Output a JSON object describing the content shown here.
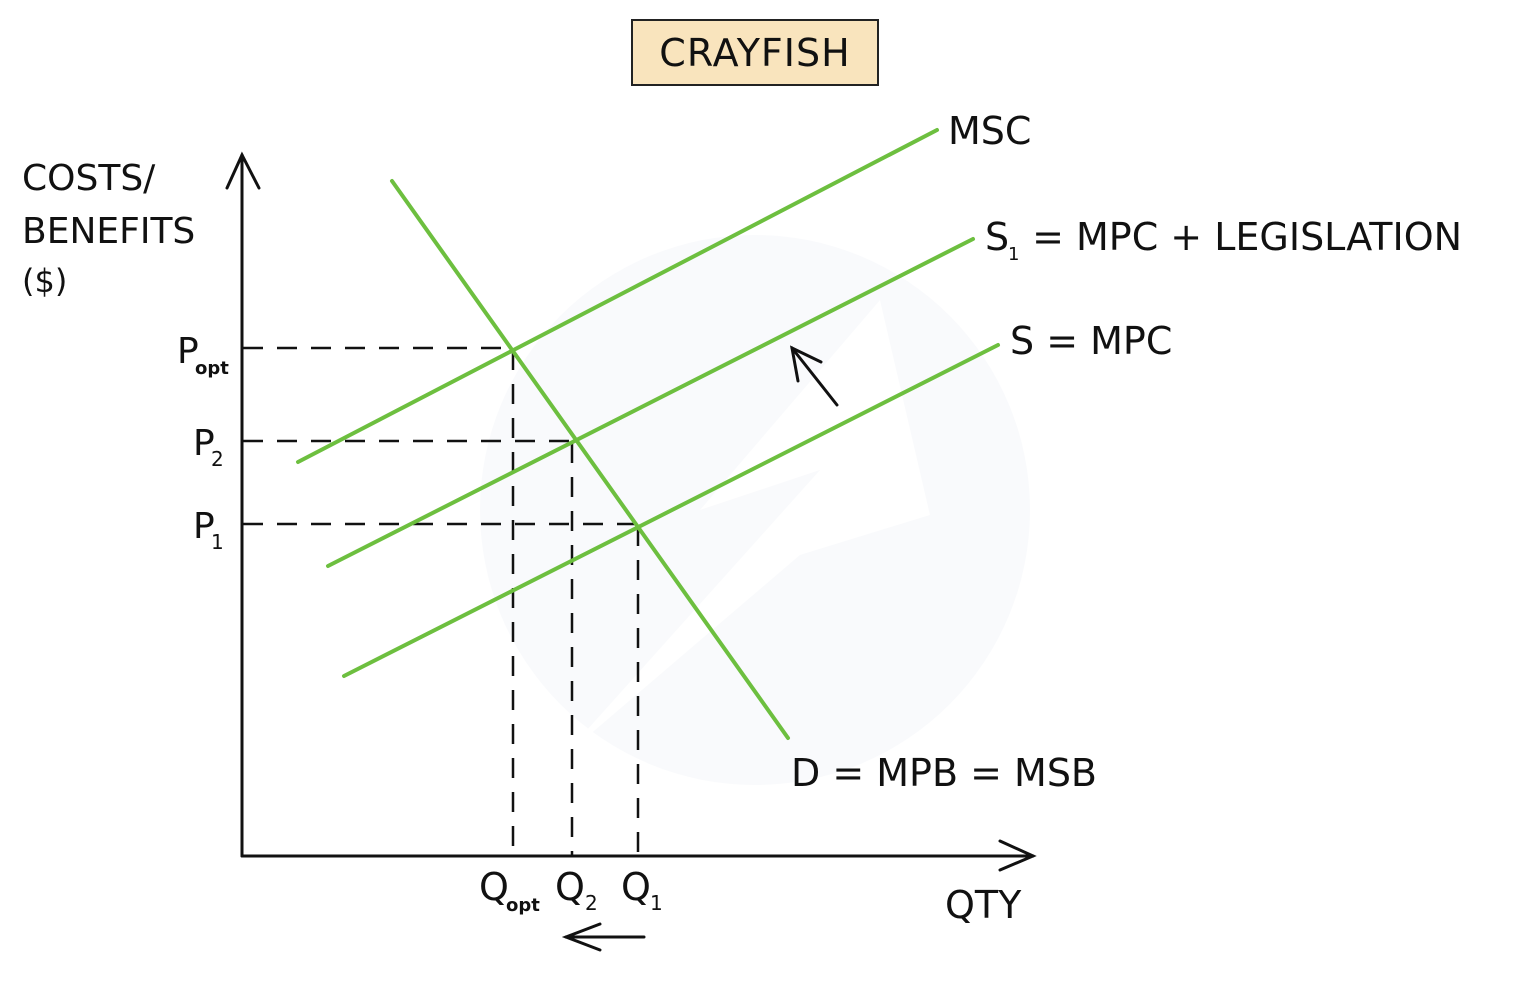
{
  "title": "CRAYFISH",
  "axes": {
    "y_label_lines": [
      "COSTS/",
      "BENEFITS",
      "($)"
    ],
    "x_label": "QTY"
  },
  "price_labels": {
    "p_opt": {
      "main": "P",
      "sub": "opt"
    },
    "p2": {
      "main": "P",
      "sub": "2"
    },
    "p1": {
      "main": "P",
      "sub": "1"
    }
  },
  "quantity_labels": {
    "q_opt": {
      "main": "Q",
      "sub": "opt"
    },
    "q2": {
      "main": "Q",
      "sub": "2"
    },
    "q1": {
      "main": "Q",
      "sub": "1"
    }
  },
  "curve_labels": {
    "msc": "MSC",
    "s1_main": "S",
    "s1_sub": "1",
    "s1_rest": " = MPC + LEGISLATION",
    "s": "S = MPC",
    "d": "D = MPB = MSB"
  },
  "colors": {
    "curve": "#6dbf3f",
    "axis": "#111111",
    "title_bg": "#f9e4bd"
  },
  "chart_data": {
    "type": "line",
    "title": "CRAYFISH",
    "xlabel": "QTY",
    "ylabel": "COSTS/BENEFITS ($)",
    "series": [
      {
        "name": "MSC",
        "points": [
          [
            298,
            462
          ],
          [
            937,
            130
          ]
        ]
      },
      {
        "name": "S1 = MPC + LEGISLATION",
        "points": [
          [
            328,
            566
          ],
          [
            973,
            239
          ]
        ]
      },
      {
        "name": "S = MPC",
        "points": [
          [
            344,
            676
          ],
          [
            998,
            345
          ]
        ]
      },
      {
        "name": "D = MPB = MSB",
        "points": [
          [
            392,
            181
          ],
          [
            788,
            738
          ]
        ]
      }
    ],
    "equilibria": [
      {
        "price": "Popt",
        "quantity": "Qopt",
        "curves": [
          "MSC",
          "D"
        ]
      },
      {
        "price": "P2",
        "quantity": "Q2",
        "curves": [
          "S1",
          "D"
        ]
      },
      {
        "price": "P1",
        "quantity": "Q1",
        "curves": [
          "S",
          "D"
        ]
      }
    ],
    "annotations": [
      "Arrow: supply shifts up-left from S to S1",
      "Arrow: quantity decreases leftward from Q1 toward Q2"
    ]
  }
}
